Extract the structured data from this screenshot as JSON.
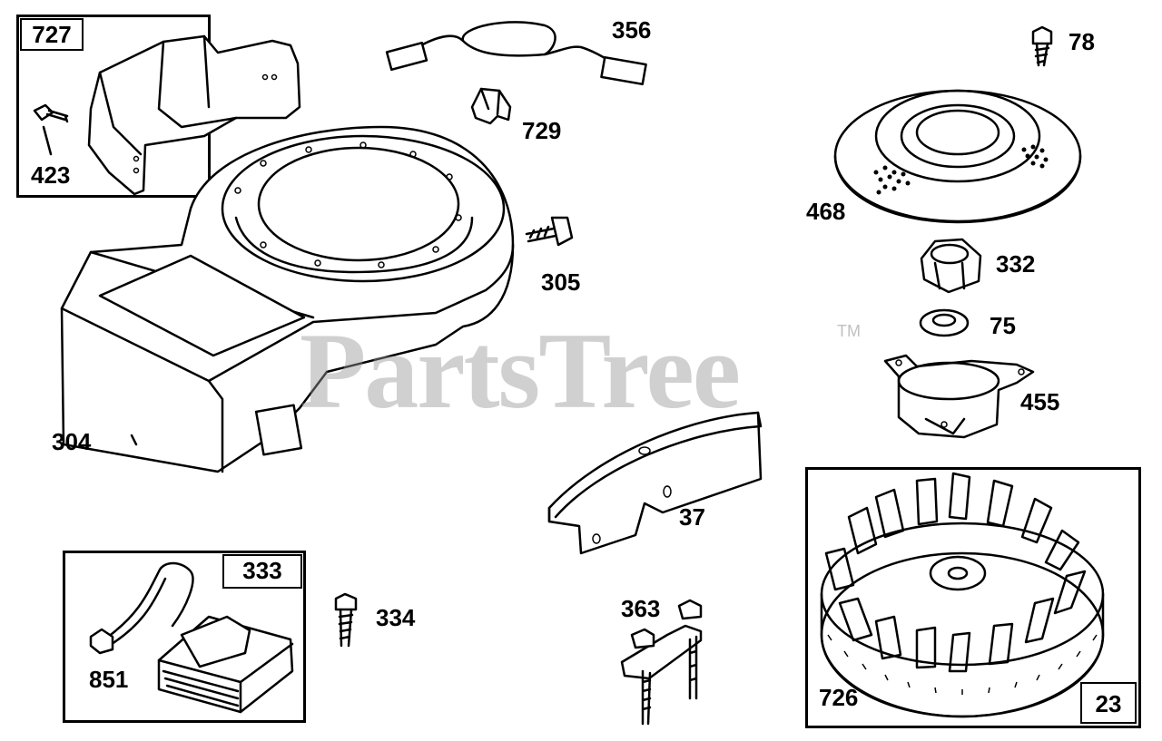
{
  "diagram": {
    "watermark": "PartsTree",
    "trademark": "TM",
    "labels": {
      "p727": "727",
      "p423": "423",
      "p356": "356",
      "p729": "729",
      "p78": "78",
      "p468": "468",
      "p305": "305",
      "p332": "332",
      "p75": "75",
      "p455": "455",
      "p304": "304",
      "p37": "37",
      "p333": "333",
      "p851": "851",
      "p334": "334",
      "p363": "363",
      "p726": "726",
      "p23": "23"
    }
  }
}
